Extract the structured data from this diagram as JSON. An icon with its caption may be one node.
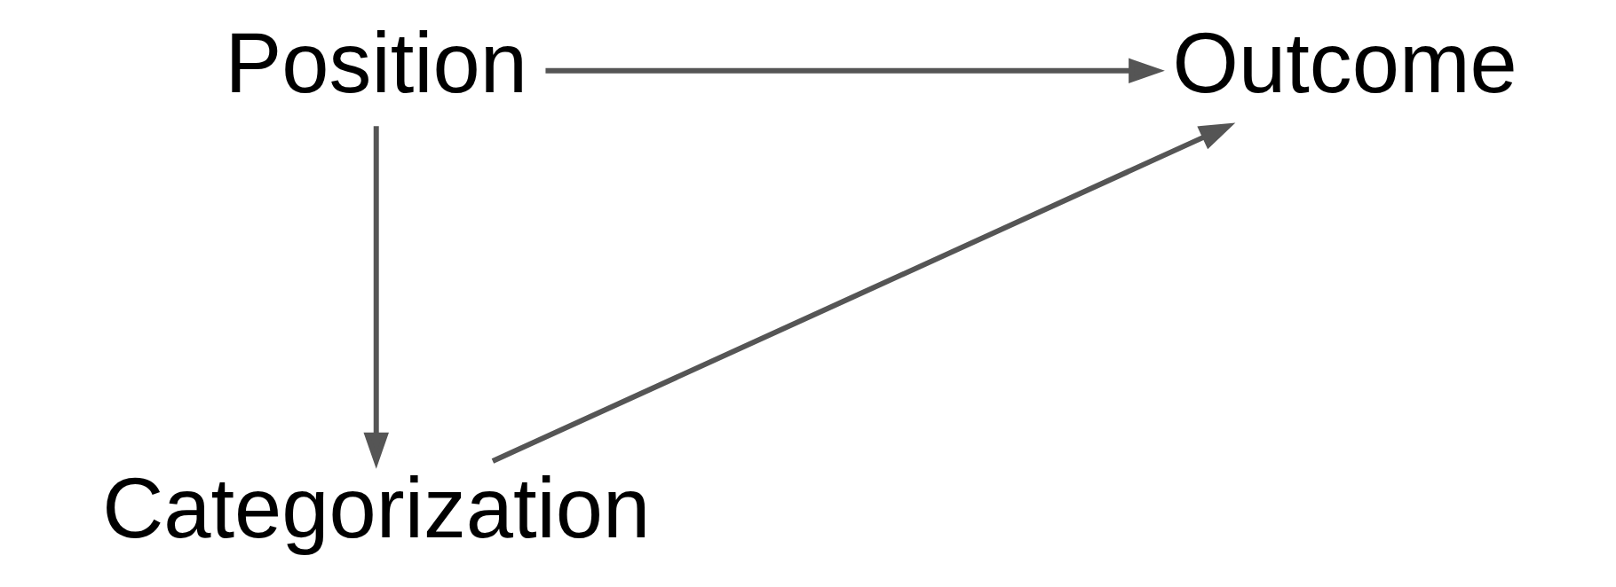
{
  "diagram": {
    "nodes": [
      {
        "text": [
          "Position"
        ]
      },
      {
        "text": [
          "Outcome"
        ]
      },
      {
        "text": [
          "Categorization"
        ]
      }
    ],
    "edges": [
      {
        "from": 0,
        "to": 1,
        "arrow": "to"
      },
      {
        "from": 0,
        "to": 2,
        "arrow": "to"
      },
      {
        "from": 2,
        "to": 1,
        "arrow": "to"
      }
    ]
  }
}
